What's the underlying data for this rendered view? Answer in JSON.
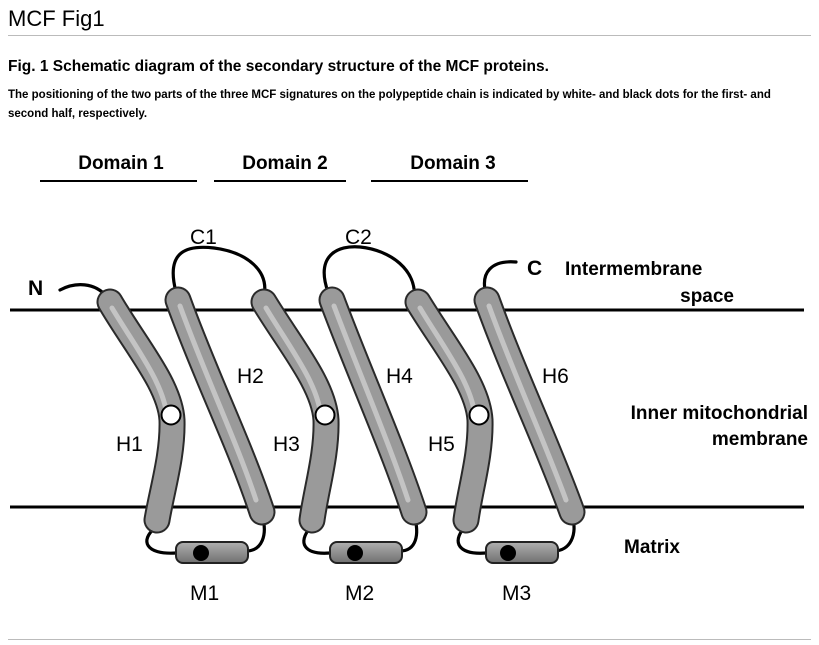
{
  "page": {
    "title": "MCF Fig1"
  },
  "figure": {
    "caption": "Fig. 1 Schematic diagram of the secondary structure of the MCF proteins.",
    "description": "The positioning of the two parts of the three MCF signatures on the polypeptide chain is indicated by white- and black dots for the first- and second half, respectively."
  },
  "diagram": {
    "domains": [
      "Domain 1",
      "Domain 2",
      "Domain 3"
    ],
    "termini": {
      "n": "N",
      "c": "C"
    },
    "cytosolic_loops": [
      "C1",
      "C2"
    ],
    "matrix_loops": [
      "M1",
      "M2",
      "M3"
    ],
    "helices": [
      "H1",
      "H2",
      "H3",
      "H4",
      "H5",
      "H6"
    ],
    "regions": {
      "intermembrane_line1": "Intermembrane",
      "intermembrane_line2": "space",
      "membrane_line1": "Inner mitochondrial",
      "membrane_line2": "membrane",
      "matrix": "Matrix"
    },
    "markers": {
      "white_dot": "first half of MCF signature",
      "black_dot": "second half of MCF signature"
    },
    "colors": {
      "helix": "#8f8f8f",
      "helix_highlight": "#b8b8b8",
      "line": "#000000"
    }
  }
}
